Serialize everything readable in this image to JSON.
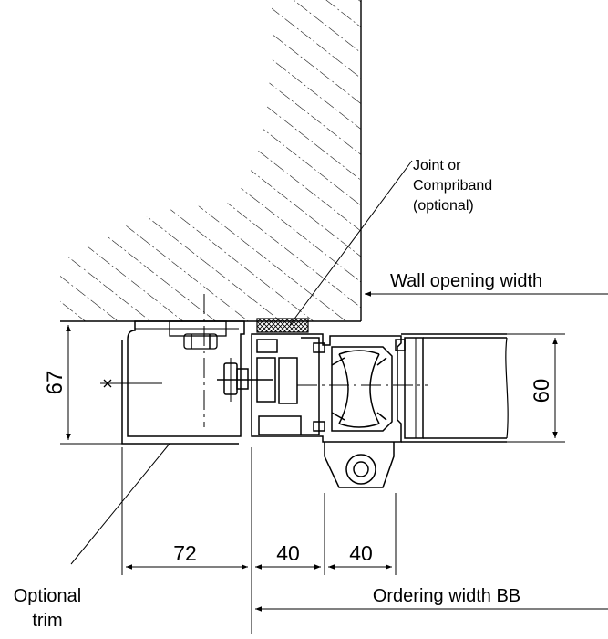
{
  "labels": {
    "joint_line1": "Joint or",
    "joint_line2": "Compriband",
    "joint_line3": "(optional)",
    "wall_opening": "Wall opening width",
    "optional_line1": "Optional",
    "optional_line2": "trim",
    "ordering_width": "Ordering width BB"
  },
  "dimensions": {
    "height_left": "67",
    "height_right": "60",
    "width_trim": "72",
    "width_frame": "40",
    "width_sash": "40"
  },
  "colors": {
    "line": "#000000",
    "background": "#ffffff"
  }
}
